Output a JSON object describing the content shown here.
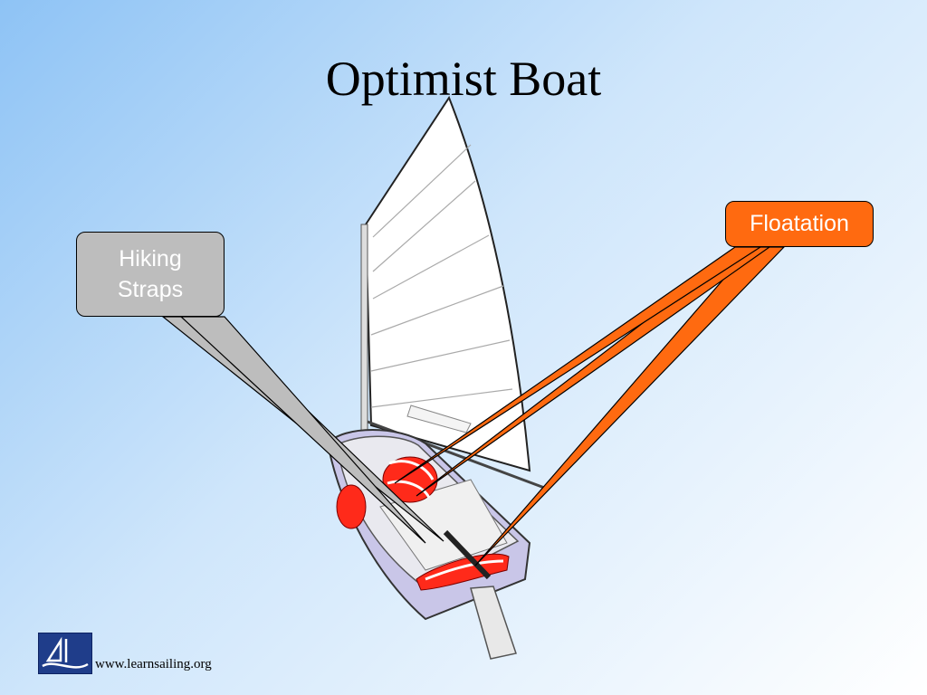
{
  "title": "Optimist Boat",
  "callouts": {
    "hiking_straps": {
      "line1": "Hiking",
      "line2": "Straps",
      "color": "#bdbdbd"
    },
    "floatation": {
      "label": "Floatation",
      "color": "#ff6a10"
    }
  },
  "footer": {
    "url": "www.learnsailing.org",
    "logo_icon": "learnsailing-logo-icon"
  },
  "colors": {
    "background_start": "#8ec3f5",
    "background_end": "#ffffff",
    "floatation_bags": "#ff2a1a",
    "hull_side": "#c9c6e8"
  }
}
